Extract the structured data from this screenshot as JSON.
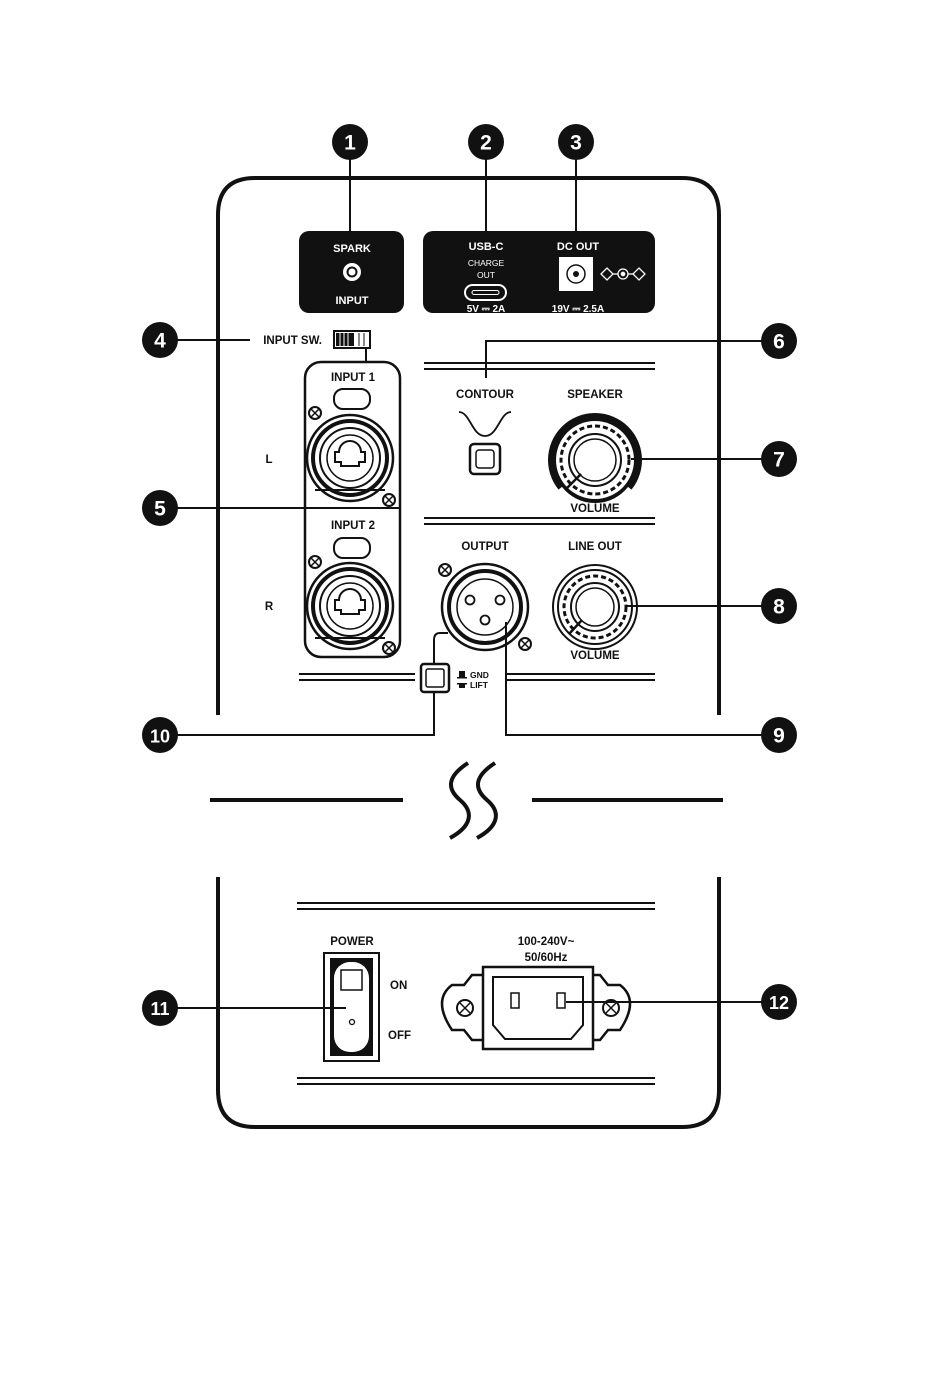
{
  "callouts": [
    "1",
    "2",
    "3",
    "4",
    "5",
    "6",
    "7",
    "8",
    "9",
    "10",
    "11",
    "12"
  ],
  "labels": {
    "spark": "SPARK",
    "spark_input": "INPUT",
    "usbc": "USB-C",
    "charge": "CHARGE",
    "out": "OUT",
    "usbc_rating": "5V ⎓ 2A",
    "dc_out": "DC OUT",
    "dc_rating": "19V ⎓ 2.5A",
    "input_sw": "INPUT SW.",
    "input1": "INPUT 1",
    "input2": "INPUT 2",
    "left": "L",
    "right": "R",
    "contour": "CONTOUR",
    "speaker": "SPEAKER",
    "volume_speaker": "VOLUME",
    "output": "OUTPUT",
    "line_out": "LINE OUT",
    "volume_line": "VOLUME",
    "gnd": "GND",
    "lift": "LIFT",
    "power": "POWER",
    "on": "ON",
    "off": "OFF",
    "mains_voltage": "100-240V~",
    "mains_freq": "50/60Hz"
  },
  "colors": {
    "ink": "#111111",
    "paper": "#ffffff"
  },
  "icons": [
    "dc-polarity-icon",
    "contour-curve-icon",
    "screw-icon",
    "break-symbol-icon"
  ]
}
